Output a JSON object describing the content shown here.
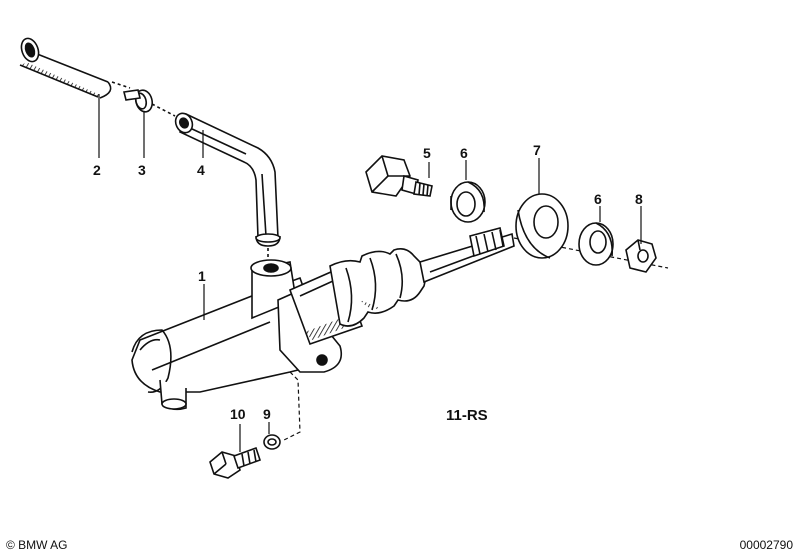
{
  "diagram": {
    "group_label": "11-RS",
    "callouts": [
      {
        "id": "c1",
        "label": "1"
      },
      {
        "id": "c2",
        "label": "2"
      },
      {
        "id": "c3",
        "label": "3"
      },
      {
        "id": "c4",
        "label": "4"
      },
      {
        "id": "c5",
        "label": "5"
      },
      {
        "id": "c6a",
        "label": "6"
      },
      {
        "id": "c7",
        "label": "7"
      },
      {
        "id": "c6b",
        "label": "6"
      },
      {
        "id": "c8",
        "label": "8"
      },
      {
        "id": "c9",
        "label": "9"
      },
      {
        "id": "c10",
        "label": "10"
      }
    ]
  },
  "footer": {
    "copyright": "© BMW AG",
    "diagram_id": "00002790"
  },
  "colors": {
    "ink": "#111111",
    "background": "#ffffff"
  }
}
